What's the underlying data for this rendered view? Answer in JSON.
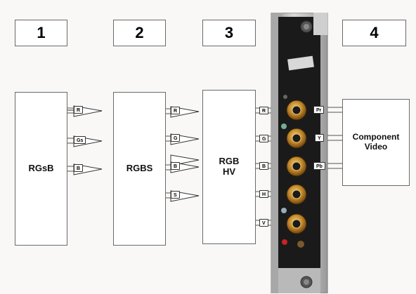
{
  "headers": [
    "1",
    "2",
    "3",
    "4"
  ],
  "blocks": {
    "rgsb": "RGsB",
    "rgbs": "RGBS",
    "rgbhv_line1": "RGB",
    "rgbhv_line2": "HV",
    "component_line1": "Component",
    "component_line2": "Video"
  },
  "signals": {
    "rgsb": [
      "R",
      "Gs",
      "B"
    ],
    "rgbs": [
      "R",
      "G",
      "B",
      "S"
    ],
    "rgbhv": [
      "R",
      "G",
      "B",
      "H",
      "V"
    ],
    "component": [
      "Pr",
      "Y",
      "Pb"
    ]
  },
  "colors": {
    "panel": "#1a1a1a",
    "panel_frame": "#bcbcbc",
    "connector": "#c48a2a",
    "outline": "#6a6a6a"
  }
}
